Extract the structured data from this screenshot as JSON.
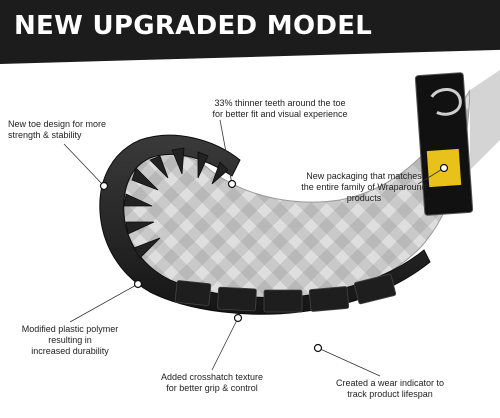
{
  "banner": {
    "title": "NEW UPGRADED MODEL"
  },
  "callouts": [
    {
      "lines": [
        "New toe design for more",
        "strength & stability"
      ]
    },
    {
      "lines": [
        "33% thinner teeth around the toe",
        "for better fit and visual experience"
      ]
    },
    {
      "lines": [
        "New packaging that matches",
        "the entire family of Wraparound",
        "products"
      ]
    },
    {
      "lines": [
        "Modified plastic polymer",
        "resulting in",
        "increased durability"
      ]
    },
    {
      "lines": [
        "Added crosshatch texture",
        "for better grip & control"
      ]
    },
    {
      "lines": [
        "Created a wear indicator to",
        "track product lifespan"
      ]
    }
  ],
  "colors": {
    "banner": "#1c1c1c",
    "guard_rubber": "#2a2a2a",
    "blade_tape": "#c8c8c8",
    "package_accent": "#e8c21a"
  },
  "icons": [
    "toe-guard-icon",
    "package-icon"
  ]
}
